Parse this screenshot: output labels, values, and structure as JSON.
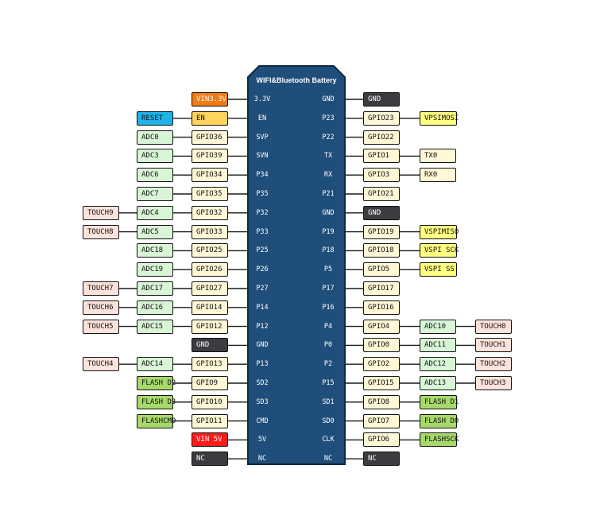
{
  "board": {
    "title": "WIFI&Bluetooth Battery"
  },
  "colors": {
    "board": "#1e4e79",
    "board_border": "#0d2a45",
    "gpio": "#fff7d6",
    "gnd": "#3b3c40",
    "adc": "#d8f5d6",
    "touch": "#fbe3db",
    "spi": "#ffff80",
    "flash": "#a6d96a",
    "reset": "#1fb3e8",
    "en": "#ffd45c",
    "vin33": "#f07b16",
    "vin5": "#ff1a1a",
    "wire": "#1a1a1a"
  },
  "rows": [
    {
      "left_pin": "3.3V",
      "right_pin": "GND",
      "left": [
        {
          "text": "VIN3.3V",
          "type": "vin33"
        }
      ],
      "right": [
        {
          "text": "GND",
          "type": "gnd"
        }
      ]
    },
    {
      "left_pin": "EN",
      "right_pin": "P23",
      "left": [
        {
          "text": "EN",
          "type": "en"
        },
        {
          "text": "RESET",
          "type": "reset"
        }
      ],
      "right": [
        {
          "text": "GPIO23",
          "type": "gpio"
        },
        {
          "text": "VPSIMOSI",
          "type": "spi"
        }
      ]
    },
    {
      "left_pin": "SVP",
      "right_pin": "P22",
      "left": [
        {
          "text": "GPIO36",
          "type": "gpio"
        },
        {
          "text": "ADC0",
          "type": "adc"
        }
      ],
      "right": [
        {
          "text": "GPIO22",
          "type": "gpio"
        }
      ]
    },
    {
      "left_pin": "SVN",
      "right_pin": "TX",
      "left": [
        {
          "text": "GPIO39",
          "type": "gpio"
        },
        {
          "text": "ADC3",
          "type": "adc"
        }
      ],
      "right": [
        {
          "text": "GPIO1",
          "type": "gpio"
        },
        {
          "text": "TX0",
          "type": "gpio"
        }
      ]
    },
    {
      "left_pin": "P34",
      "right_pin": "RX",
      "left": [
        {
          "text": "GPIO34",
          "type": "gpio"
        },
        {
          "text": "ADC6",
          "type": "adc"
        }
      ],
      "right": [
        {
          "text": "GPIO3",
          "type": "gpio"
        },
        {
          "text": "RX0",
          "type": "gpio"
        }
      ]
    },
    {
      "left_pin": "P35",
      "right_pin": "P21",
      "left": [
        {
          "text": "GPIO35",
          "type": "gpio"
        },
        {
          "text": "ADC7",
          "type": "adc"
        }
      ],
      "right": [
        {
          "text": "GPIO21",
          "type": "gpio"
        }
      ]
    },
    {
      "left_pin": "P32",
      "right_pin": "GND",
      "left": [
        {
          "text": "GPIO32",
          "type": "gpio"
        },
        {
          "text": "ADC4",
          "type": "adc"
        },
        {
          "text": "TOUCH9",
          "type": "touch"
        }
      ],
      "right": [
        {
          "text": "GND",
          "type": "gnd"
        }
      ]
    },
    {
      "left_pin": "P33",
      "right_pin": "P19",
      "left": [
        {
          "text": "GPIO33",
          "type": "gpio"
        },
        {
          "text": "ADC5",
          "type": "adc"
        },
        {
          "text": "TOUCH8",
          "type": "touch"
        }
      ],
      "right": [
        {
          "text": "GPIO19",
          "type": "gpio"
        },
        {
          "text": "VSPIMISO",
          "type": "spi"
        }
      ]
    },
    {
      "left_pin": "P25",
      "right_pin": "P18",
      "left": [
        {
          "text": "GPIO25",
          "type": "gpio"
        },
        {
          "text": "ADC18",
          "type": "adc"
        }
      ],
      "right": [
        {
          "text": "GPIO18",
          "type": "gpio"
        },
        {
          "text": "VSPI SCK",
          "type": "spi"
        }
      ]
    },
    {
      "left_pin": "P26",
      "right_pin": "P5",
      "left": [
        {
          "text": "GPIO26",
          "type": "gpio"
        },
        {
          "text": "ADC19",
          "type": "adc"
        }
      ],
      "right": [
        {
          "text": "GPIO5",
          "type": "gpio"
        },
        {
          "text": "VSPI SS",
          "type": "spi"
        }
      ]
    },
    {
      "left_pin": "P27",
      "right_pin": "P17",
      "left": [
        {
          "text": "GPIO27",
          "type": "gpio"
        },
        {
          "text": "ADC17",
          "type": "adc"
        },
        {
          "text": "TOUCH7",
          "type": "touch"
        }
      ],
      "right": [
        {
          "text": "GPIO17",
          "type": "gpio"
        }
      ]
    },
    {
      "left_pin": "P14",
      "right_pin": "P16",
      "left": [
        {
          "text": "GPIO14",
          "type": "gpio"
        },
        {
          "text": "ADC16",
          "type": "adc"
        },
        {
          "text": "TOUCH6",
          "type": "touch"
        }
      ],
      "right": [
        {
          "text": "GPIO16",
          "type": "gpio"
        }
      ]
    },
    {
      "left_pin": "P12",
      "right_pin": "P4",
      "left": [
        {
          "text": "GPIO12",
          "type": "gpio"
        },
        {
          "text": "ADC15",
          "type": "adc"
        },
        {
          "text": "TOUCH5",
          "type": "touch"
        }
      ],
      "right": [
        {
          "text": "GPIO4",
          "type": "gpio"
        },
        {
          "text": "ADC10",
          "type": "adc"
        },
        {
          "text": "TOUCH0",
          "type": "touch"
        }
      ]
    },
    {
      "left_pin": "GND",
      "right_pin": "P0",
      "left": [
        {
          "text": "GND",
          "type": "gnd"
        }
      ],
      "right": [
        {
          "text": "GPIO0",
          "type": "gpio"
        },
        {
          "text": "ADC11",
          "type": "adc"
        },
        {
          "text": "TOUCH1",
          "type": "touch"
        }
      ]
    },
    {
      "left_pin": "P13",
      "right_pin": "P2",
      "left": [
        {
          "text": "GPIO13",
          "type": "gpio"
        },
        {
          "text": "ADC14",
          "type": "adc"
        },
        {
          "text": "TOUCH4",
          "type": "touch"
        }
      ],
      "right": [
        {
          "text": "GPIO2",
          "type": "gpio"
        },
        {
          "text": "ADC12",
          "type": "adc"
        },
        {
          "text": "TOUCH2",
          "type": "touch"
        }
      ]
    },
    {
      "left_pin": "SD2",
      "right_pin": "P15",
      "left": [
        {
          "text": "GPIO9",
          "type": "gpio"
        },
        {
          "text": "FLASH D2",
          "type": "flash"
        }
      ],
      "right": [
        {
          "text": "GPIO15",
          "type": "gpio"
        },
        {
          "text": "ADC13",
          "type": "adc"
        },
        {
          "text": "TOUCH3",
          "type": "touch"
        }
      ]
    },
    {
      "left_pin": "SD3",
      "right_pin": "SD1",
      "left": [
        {
          "text": "GPIO10",
          "type": "gpio"
        },
        {
          "text": "FLASH D3",
          "type": "flash"
        }
      ],
      "right": [
        {
          "text": "GPIO8",
          "type": "gpio"
        },
        {
          "text": "FLASH D1",
          "type": "flash"
        }
      ]
    },
    {
      "left_pin": "CMD",
      "right_pin": "SD0",
      "left": [
        {
          "text": "GPIO11",
          "type": "gpio"
        },
        {
          "text": "FLASHCMD",
          "type": "flash"
        }
      ],
      "right": [
        {
          "text": "GPIO7",
          "type": "gpio"
        },
        {
          "text": "FLASH D0",
          "type": "flash"
        }
      ]
    },
    {
      "left_pin": "5V",
      "right_pin": "CLK",
      "left": [
        {
          "text": "VIN 5V",
          "type": "vin5"
        }
      ],
      "right": [
        {
          "text": "GPIO6",
          "type": "gpio"
        },
        {
          "text": "FLASHSCK",
          "type": "flash"
        }
      ]
    },
    {
      "left_pin": "NC",
      "right_pin": "NC",
      "left": [
        {
          "text": "NC",
          "type": "gnd"
        }
      ],
      "right": [
        {
          "text": "NC",
          "type": "gnd"
        }
      ]
    }
  ]
}
